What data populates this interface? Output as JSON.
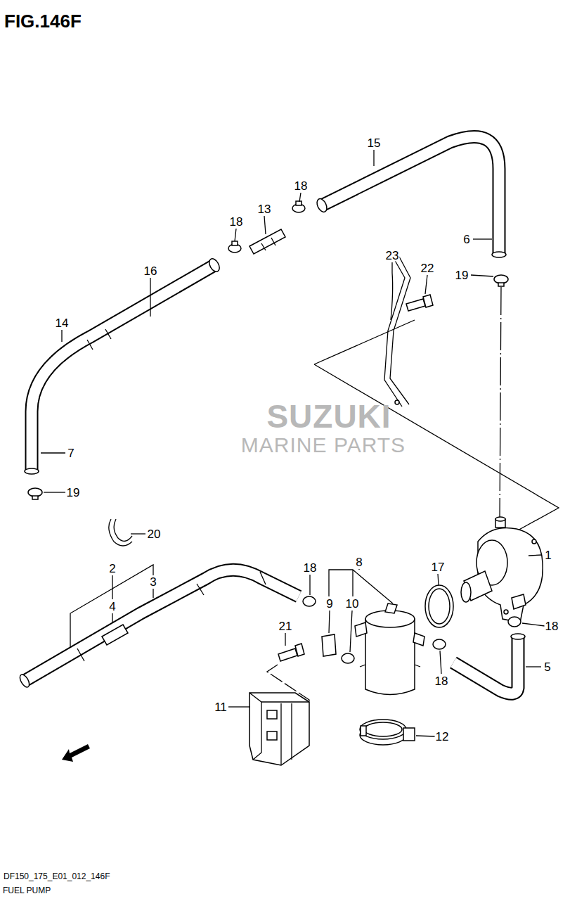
{
  "diagram": {
    "title": "FIG.146F",
    "caption": "FUEL PUMP",
    "labels": [
      "15",
      "18",
      "13",
      "18",
      "6",
      "23",
      "22",
      "19",
      "16",
      "14",
      "7",
      "19",
      "20",
      "2",
      "3",
      "4",
      "18",
      "8",
      "9",
      "10",
      "17",
      "1",
      "18",
      "21",
      "18",
      "5",
      "11",
      "12",
      "SUZUKI",
      "MARINE PARTS",
      "DF150_175_E01_012_146F"
    ]
  }
}
